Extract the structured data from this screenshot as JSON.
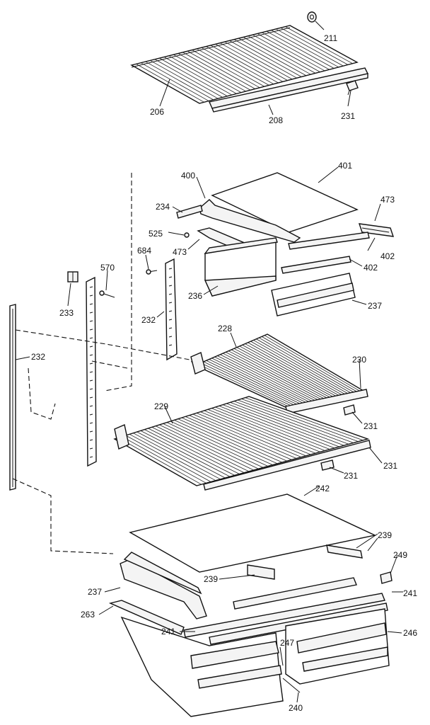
{
  "labels": {
    "p206": "206",
    "p208": "208",
    "p211": "211",
    "p231a": "231",
    "p400": "400",
    "p401": "401",
    "p234": "234",
    "p473a": "473",
    "p525": "525",
    "p473b": "473",
    "p402a": "402",
    "p402b": "402",
    "p684": "684",
    "p570": "570",
    "p236": "236",
    "p237a": "237",
    "p233": "233",
    "p232a": "232",
    "p228": "228",
    "p230": "230",
    "p232b": "232",
    "p231b": "231",
    "p229": "229",
    "p231c": "231",
    "p231d": "231",
    "p242": "242",
    "p239a": "239",
    "p249": "249",
    "p239b": "239",
    "p237b": "237",
    "p241a": "241",
    "p263": "263",
    "p241b": "241",
    "p247": "247",
    "p246": "246",
    "p240": "240"
  }
}
